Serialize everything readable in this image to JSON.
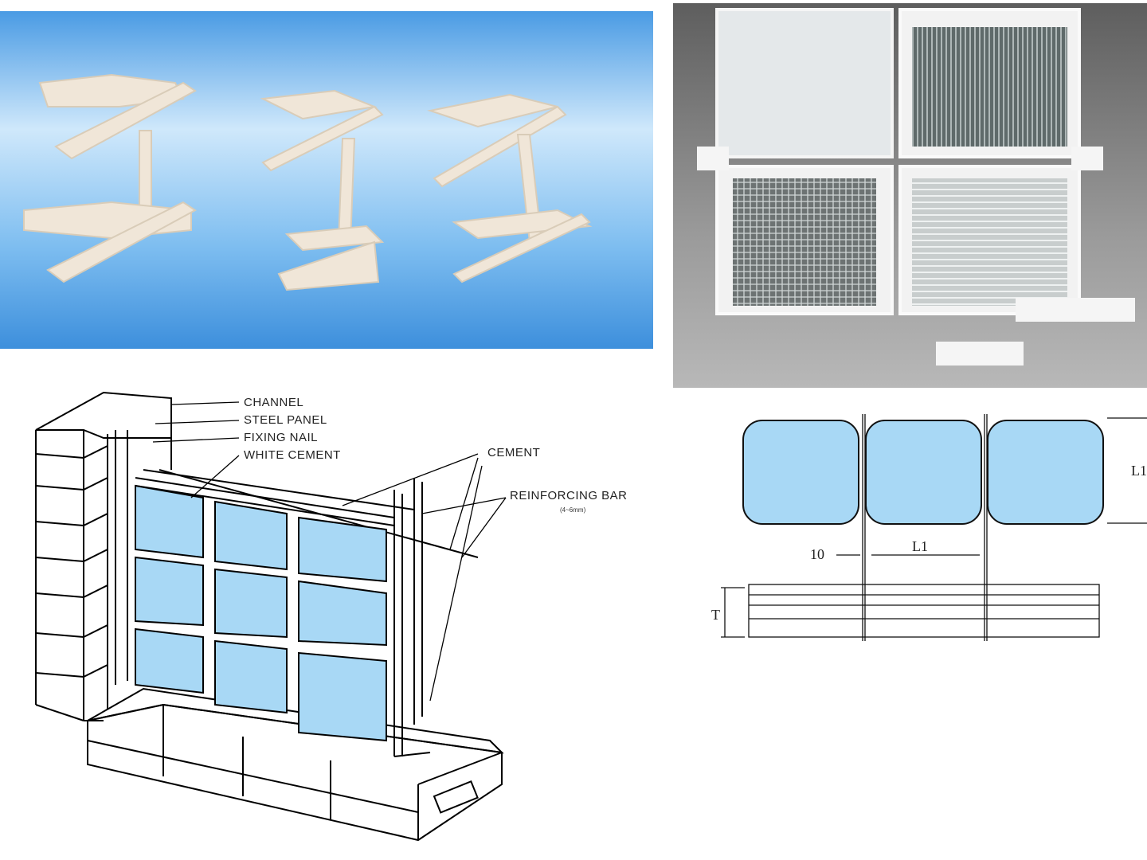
{
  "photos": {
    "spacers": {
      "icon": "plastic-spacer-photo",
      "bg": "#5aa9ea"
    },
    "blocks": {
      "icon": "glass-block-photo",
      "bg": "#7a7a7a"
    }
  },
  "wall_diagram": {
    "labels": {
      "channel": "CHANNEL",
      "steel_panel": "STEEL PANEL",
      "fixing_nail": "FIXING NAIL",
      "white_cement": "WHITE CEMENT",
      "cement": "CEMENT",
      "reinforcing_bar": "REINFORCING BAR",
      "reinforcing_bar_note": "(4~6mm)"
    },
    "glass_color": "#a8d8f5"
  },
  "dimension_diagram": {
    "labels": {
      "joint": "10",
      "length": "L1",
      "height": "L1",
      "thickness": "T"
    },
    "glass_color": "#a8d8f5"
  }
}
